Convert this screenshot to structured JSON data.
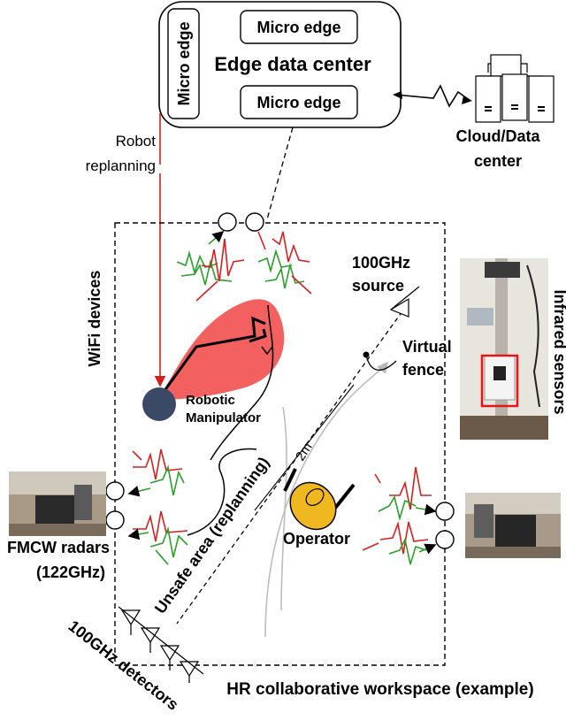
{
  "edge": {
    "title": "Edge data center",
    "micro_edge_top": "Micro edge",
    "micro_edge_bottom": "Micro edge",
    "micro_edge_left": "Micro edge"
  },
  "cloud": {
    "label_line1": "Cloud/Data",
    "label_line2": "center"
  },
  "replanning": {
    "line1": "Robot",
    "line2": "replanning"
  },
  "wifi": {
    "label": "WiFi devices"
  },
  "infrared": {
    "label": "Infrared sensors"
  },
  "source": {
    "line1": "100GHz",
    "line2": "source"
  },
  "fence": {
    "line1": "Virtual",
    "line2": "fence"
  },
  "robot": {
    "line1": "Robotic",
    "line2": "Manipulator"
  },
  "distance": {
    "label": "2m"
  },
  "operator": {
    "label": "Operator"
  },
  "radar": {
    "line1": "FMCW radars",
    "line2": "(122GHz)"
  },
  "unsafe": {
    "label": "Unsafe area (replanning)"
  },
  "detectors": {
    "label": "100GHz detectors"
  },
  "workspace": {
    "caption": "HR collaborative workspace (example)"
  },
  "colors": {
    "replan_arrow": "#d62020",
    "unsafe_blob": "#f26060",
    "operator": "#f0b820",
    "robot_base": "#3a4a66",
    "signal_green": "#2aa02a",
    "signal_red": "#d62020"
  }
}
